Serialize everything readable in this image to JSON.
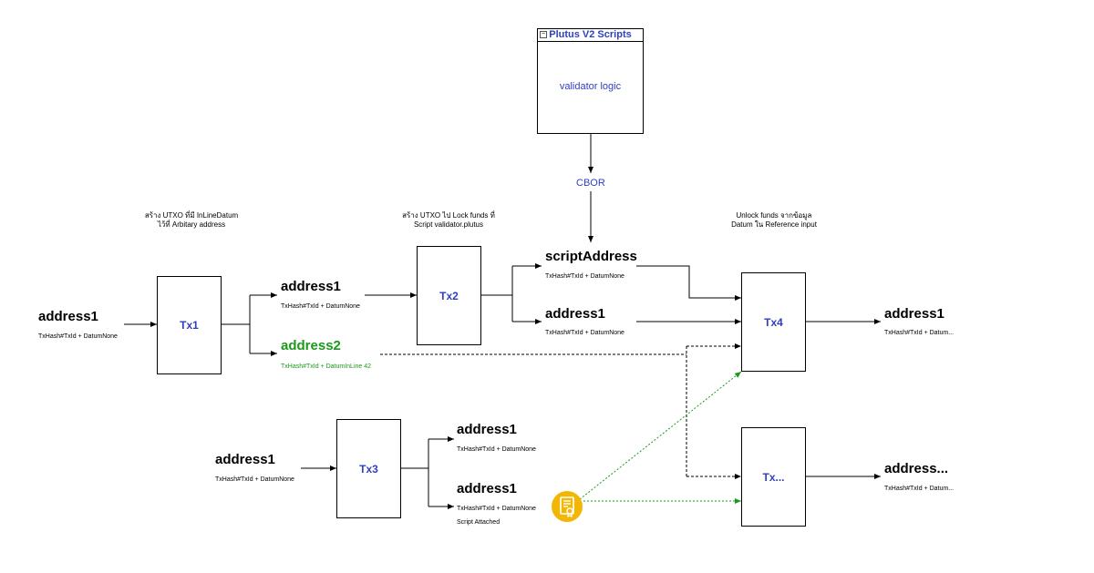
{
  "script_box": {
    "title": "Plutus V2 Scripts",
    "body": "validator logic"
  },
  "cbor_label": "CBOR",
  "notes": {
    "tx1": [
      "สร้าง UTXO ที่มี InLineDatum",
      "ไว้ที่ Arbitary address"
    ],
    "tx2": [
      "สร้าง UTXO ไป Lock funds ที่",
      "Script validator.plutus"
    ],
    "tx4": [
      "Unlock funds จากข้อมูล",
      "Datum ใน Reference input"
    ]
  },
  "transactions": {
    "tx1": "Tx1",
    "tx2": "Tx2",
    "tx3": "Tx3",
    "tx4": "Tx4",
    "txn": "Tx..."
  },
  "addresses": {
    "a_in1": {
      "name": "address1",
      "detail": "TxHash#TxId + DatumNone"
    },
    "a_out1": {
      "name": "address1",
      "detail": "TxHash#TxId + DatumNone"
    },
    "a_out2": {
      "name": "address2",
      "detail": "TxHash#TxId + DatumInLine 42"
    },
    "script": {
      "name": "scriptAddress",
      "detail": "TxHash#TxId + DatumNone"
    },
    "a_tx2o": {
      "name": "address1",
      "detail": "TxHash#TxId + DatumNone"
    },
    "a_tx4o": {
      "name": "address1",
      "detail": "TxHash#TxId + Datum..."
    },
    "a_in3": {
      "name": "address1",
      "detail": "TxHash#TxId + DatumNone"
    },
    "a_tx3o1": {
      "name": "address1",
      "detail": "TxHash#TxId + DatumNone"
    },
    "a_tx3o2": {
      "name": "address1",
      "detail": "TxHash#TxId + DatumNone",
      "extra": "Script Attached"
    },
    "a_txno": {
      "name": "address...",
      "detail": "TxHash#TxId + Datum..."
    }
  },
  "icons": {
    "reference_script": "certificate-icon"
  },
  "colors": {
    "tx_label": "#2f3fc0",
    "green": "#1a9a1a",
    "cert": "#f2b705"
  }
}
